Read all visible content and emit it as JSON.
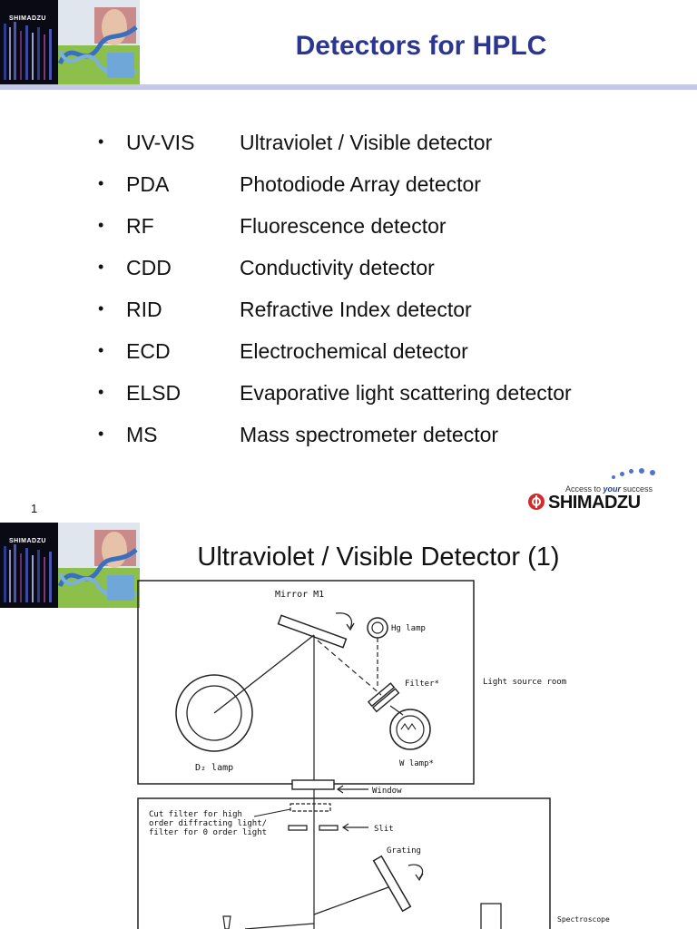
{
  "slide1": {
    "title": "Detectors for HPLC",
    "header_logo_text": "SHIMADZU",
    "items": [
      {
        "abbr": "UV-VIS",
        "desc": "Ultraviolet / Visible detector"
      },
      {
        "abbr": "PDA",
        "desc": "Photodiode Array detector"
      },
      {
        "abbr": "RF",
        "desc": "Fluorescence detector"
      },
      {
        "abbr": "CDD",
        "desc": "Conductivity detector"
      },
      {
        "abbr": "RID",
        "desc": "Refractive Index detector"
      },
      {
        "abbr": "ECD",
        "desc": "Electrochemical detector"
      },
      {
        "abbr": "ELSD",
        "desc": "Evaporative light scattering detector"
      },
      {
        "abbr": "MS",
        "desc": "Mass spectrometer detector"
      }
    ],
    "bullet": "•",
    "page_number": "1",
    "footer_logo": {
      "tagline_prefix": "Access to ",
      "tagline_emph": "your",
      "tagline_suffix": " success",
      "brand": "SHIMADZU"
    }
  },
  "slide2": {
    "title": "Ultraviolet / Visible Detector (1)",
    "header_logo_text": "SHIMADZU",
    "diagram_labels": {
      "mirror": "Mirror  M1",
      "hg_lamp": "Hg lamp",
      "filter": "Filter*",
      "light_source_room": "Light source room",
      "w_lamp": "W lamp*",
      "d2_lamp": "D₂ lamp",
      "window": "Window",
      "cut_filter_1": "Cut filter for high",
      "cut_filter_2": "order diffracting light/",
      "cut_filter_3": "filter for 0 order light",
      "slit": "Slit",
      "grating": "Grating",
      "spectroscope": "Spectroscope"
    }
  },
  "colors": {
    "title_blue": "#2c3590",
    "rule": "#c5c8ea",
    "brand_red": "#d22b2b"
  }
}
